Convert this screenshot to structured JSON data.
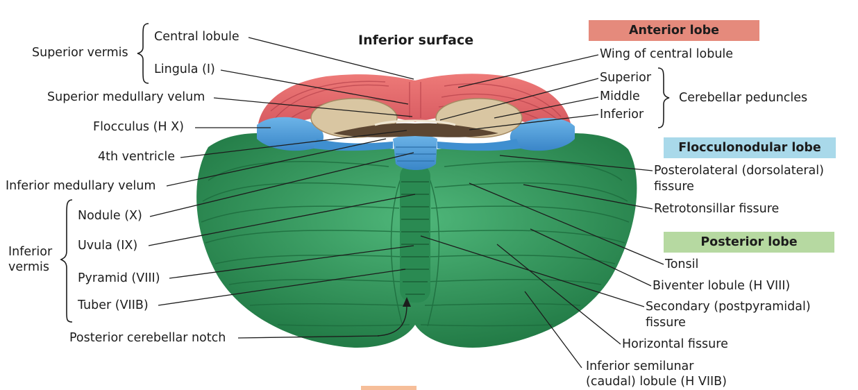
{
  "title": "Inferior surface",
  "lobes": {
    "anterior": "Anterior lobe",
    "flocculonodular": "Flocculonodular lobe",
    "posterior": "Posterior lobe"
  },
  "colors": {
    "anterior": "#e58a7c",
    "flocculonodular": "#a9d9ea",
    "posterior": "#b6d9a1",
    "green_tissue": "#2f9a5e",
    "red_tissue": "#e0646a",
    "blue_tissue": "#4a9ad8",
    "peduncle": "#d8c6a4"
  },
  "left_labels": {
    "superior_vermis": "Superior vermis",
    "central_lobule": "Central lobule",
    "lingula": "Lingula (I)",
    "superior_medullary_velum": "Superior medullary velum",
    "flocculus": "Flocculus (H X)",
    "fourth_ventricle": "4th ventricle",
    "inferior_medullary_velum": "Inferior medullary velum",
    "inferior_vermis_1": "Inferior",
    "inferior_vermis_2": "vermis",
    "nodule": "Nodule (X)",
    "uvula": "Uvula (IX)",
    "pyramid": "Pyramid (VIII)",
    "tuber": "Tuber (VIIB)",
    "posterior_notch": "Posterior cerebellar notch"
  },
  "right_labels": {
    "wing_central_lobule": "Wing of central lobule",
    "superior": "Superior",
    "middle": "Middle",
    "inferior": "Inferior",
    "cerebellar_peduncles": "Cerebellar peduncles",
    "posterolateral_1": "Posterolateral (dorsolateral)",
    "posterolateral_2": "fissure",
    "retrotonsillar": "Retrotonsillar fissure",
    "tonsil": "Tonsil",
    "biventer": "Biventer lobule (H VIII)",
    "secondary_1": "Secondary (postpyramidal)",
    "secondary_2": "fissure",
    "horizontal": "Horizontal fissure",
    "semilunar_1": "Inferior semilunar",
    "semilunar_2": "(caudal) lobule (H VIIB)"
  }
}
